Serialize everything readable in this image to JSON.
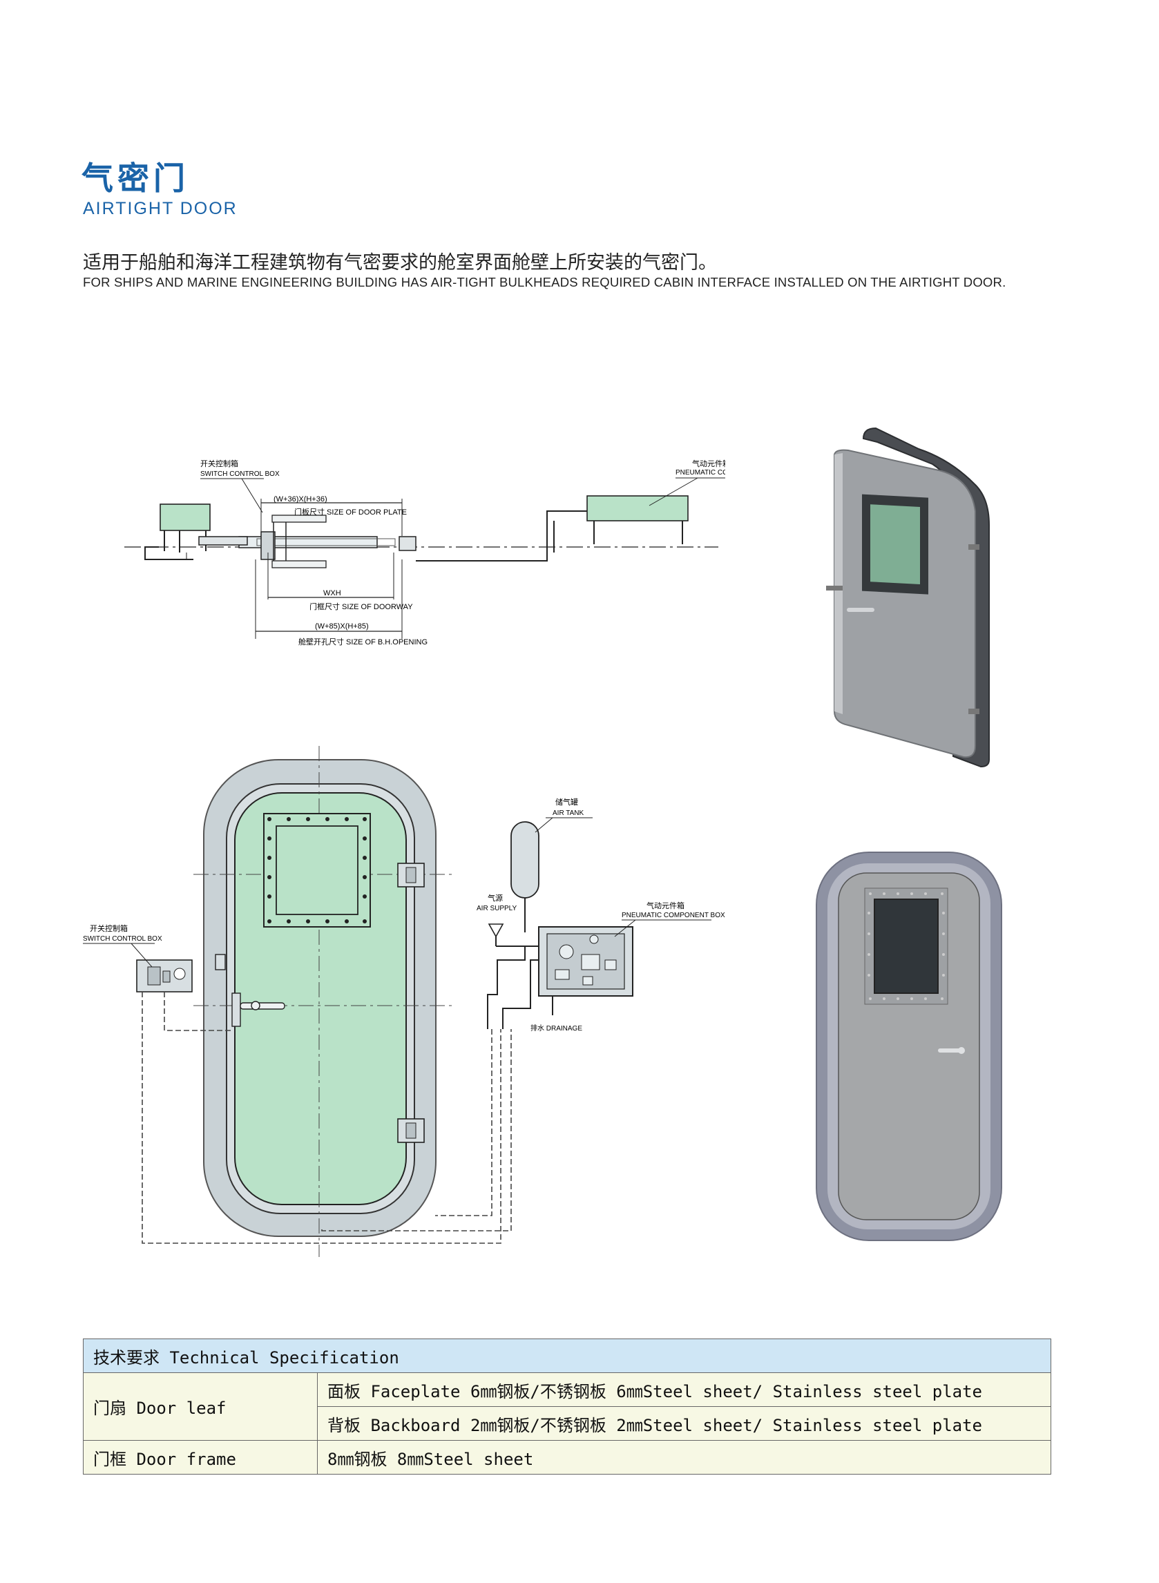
{
  "header": {
    "title_cn": "气密门",
    "title_en": "AIRTIGHT DOOR",
    "desc_cn": "适用于船舶和海洋工程建筑物有气密要求的舱室界面舱壁上所安装的气密门。",
    "desc_en": "FOR SHIPS AND MARINE ENGINEERING BUILDING HAS AIR-TIGHT BULKHEADS REQUIRED CABIN INTERFACE INSTALLED ON THE AIRTIGHT DOOR."
  },
  "plan_drawing": {
    "switch_box_cn": "开关控制箱",
    "switch_box_en": "SWITCH CONTROL BOX",
    "pneumatic_box_cn": "气动元件箱",
    "pneumatic_box_en": "PNEUMATIC COMPONENT BOX",
    "dim_plate_formula": "(W+36)X(H+36)",
    "dim_plate_label": "门板尺寸 SIZE OF DOOR PLATE",
    "dim_doorway_formula": "WXH",
    "dim_doorway_label": "门框尺寸 SIZE OF DOORWAY",
    "dim_opening_formula": "(W+85)X(H+85)",
    "dim_opening_label": "舱壁开孔尺寸 SIZE OF B.H.OPENING"
  },
  "elevation_drawing": {
    "air_tank_cn": "储气罐",
    "air_tank_en": "AIR TANK",
    "air_supply_cn": "气源",
    "air_supply_en": "AIR SUPPLY",
    "pneumatic_box_cn": "气动元件箱",
    "pneumatic_box_en": "PNEUMATIC COMPONENT BOX",
    "drainage": "排水 DRAINAGE",
    "switch_box_cn": "开关控制箱",
    "switch_box_en": "SWITCH CONTROL BOX"
  },
  "spec_table": {
    "header": "技术要求 Technical Specification",
    "door_leaf_label": "门扇 Door leaf",
    "faceplate": "面板 Faceplate 6㎜钢板/不锈钢板 6㎜Steel sheet/ Stainless steel plate",
    "backboard": "背板 Backboard 2㎜钢板/不锈钢板 2㎜Steel sheet/ Stainless steel plate",
    "door_frame_label": "门框 Door frame",
    "door_frame_value": "8㎜钢板 8㎜Steel sheet"
  },
  "colors": {
    "title_blue": "#1a63a8",
    "drawing_green": "#b9e2c8",
    "frame_grey": "#c9d2d6",
    "door_grey": "#a5a7a9",
    "table_header": "#cfe6f5",
    "table_row": "#f7f8e4"
  }
}
